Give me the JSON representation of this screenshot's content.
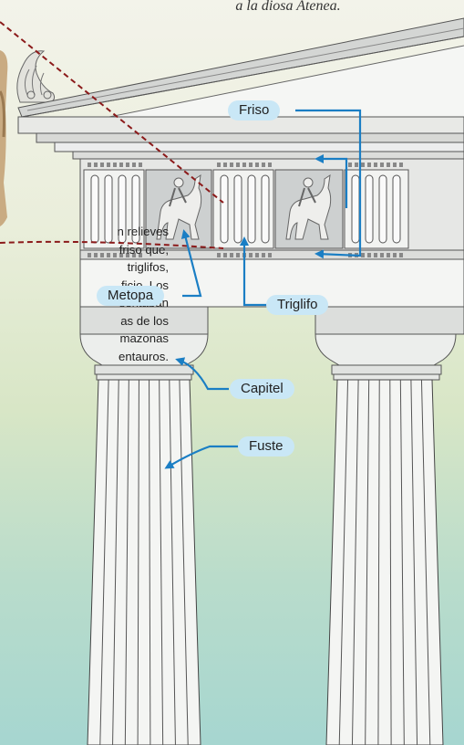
{
  "caption": "a la diosa Atenea.",
  "body_lines": [
    "n relieves",
    "friso que,",
    "triglifos,",
    "ficio. Los",
    "sentaban",
    "as de los",
    "mazonas",
    "entauros."
  ],
  "labels": {
    "friso": "Friso",
    "metopa": "Metopa",
    "triglifo": "Triglifo",
    "capitel": "Capitel",
    "fuste": "Fuste"
  },
  "colors": {
    "label_bg": "#c9e7f6",
    "arrow": "#1a7ec4",
    "dashed_line": "#8b1a1a"
  }
}
